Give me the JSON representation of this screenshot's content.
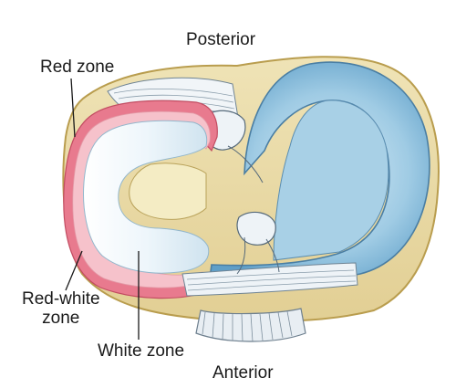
{
  "diagram": {
    "orientation_labels": {
      "top": "Posterior",
      "bottom": "Anterior"
    },
    "zone_labels": {
      "red": "Red zone",
      "red_white_line1": "Red-white",
      "red_white_line2": "zone",
      "white": "White zone"
    }
  }
}
